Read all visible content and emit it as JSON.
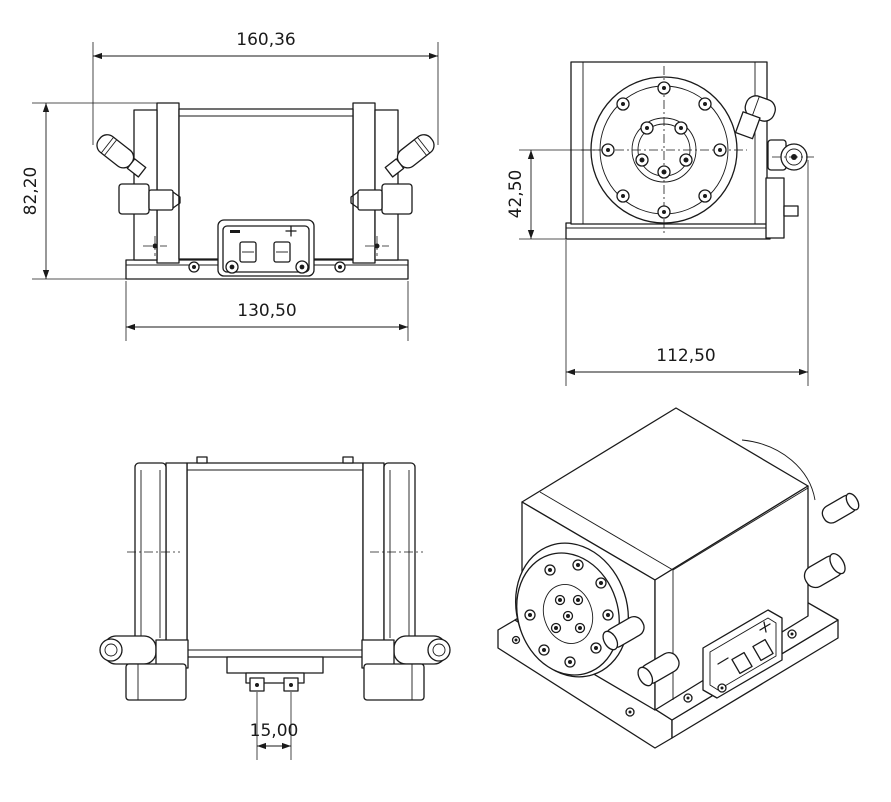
{
  "drawing": {
    "front_view": {
      "overall_width": "160,36",
      "base_width": "130,50",
      "height": "82,20"
    },
    "side_view": {
      "axis_height": "42,50",
      "depth": "112,50"
    },
    "top_view": {
      "connector_pitch": "15,00"
    }
  }
}
